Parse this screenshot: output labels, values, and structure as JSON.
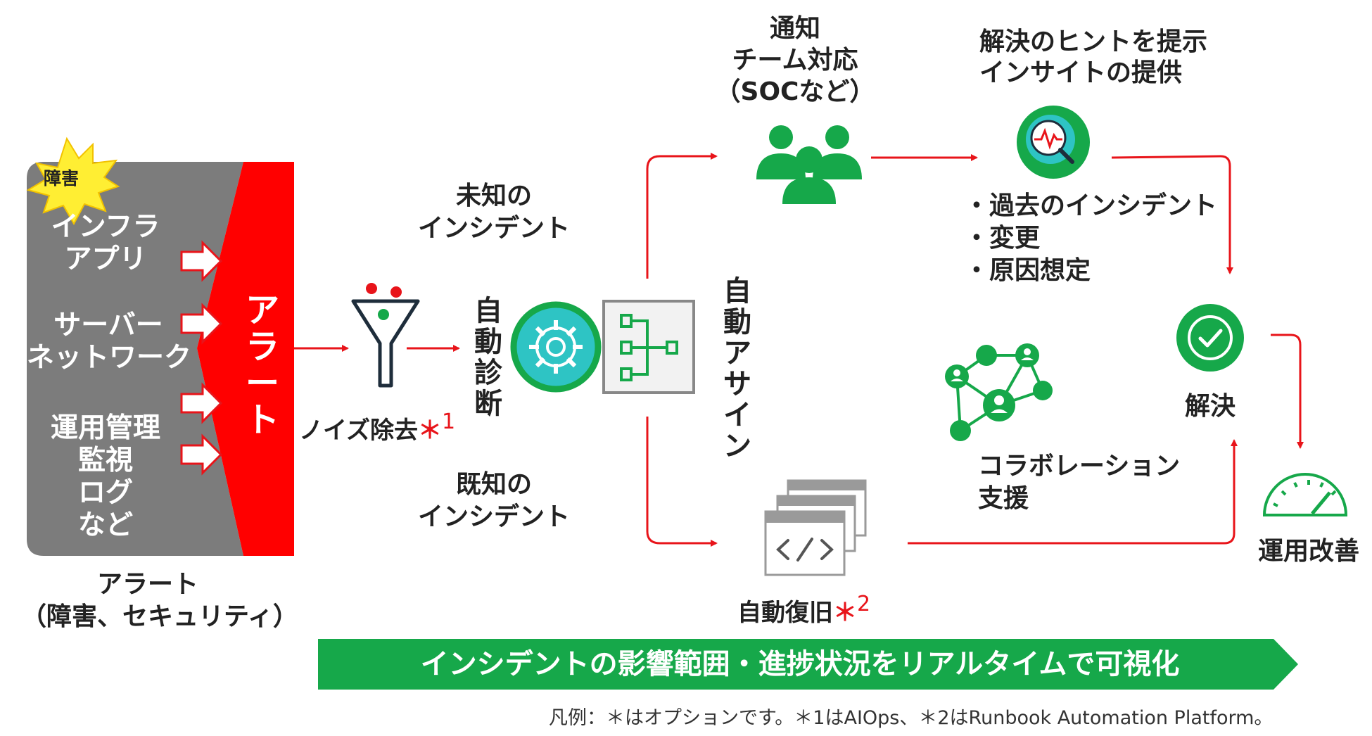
{
  "colors": {
    "alert_red": "#ff0000",
    "arrow_red": "#e8141a",
    "gray_panel": "#7c7c7c",
    "green": "#16a84a",
    "teal": "#2ec4c4",
    "burst_yellow": "#ffee33"
  },
  "left_panel": {
    "burst_label": "障害",
    "group1": [
      "インフラ",
      "アプリ"
    ],
    "group2": [
      "サーバー",
      "ネットワーク"
    ],
    "group3": [
      "運用管理",
      "監視",
      "ログ",
      "など"
    ],
    "alert_vertical": "アラート",
    "caption": [
      "アラート",
      "（障害、セキュリティ）"
    ]
  },
  "noise_filter": {
    "label": "ノイズ除去",
    "asterisk": "＊",
    "note_number": "1",
    "icon": "funnel-icon"
  },
  "auto_diagnosis": {
    "label": "自動診断",
    "icon": "gear-icon"
  },
  "workflow": {
    "icon": "workflow-tree-icon"
  },
  "unknown_incident": [
    "未知の",
    "インシデント"
  ],
  "known_incident": [
    "既知の",
    "インシデント"
  ],
  "auto_assign": {
    "label": "自動アサイン"
  },
  "notify": {
    "lines": [
      "通知",
      "チーム対応",
      "（SOCなど）"
    ],
    "icon": "team-icon"
  },
  "insight": {
    "lines": [
      "解決のヒントを提示",
      "インサイトの提供"
    ],
    "icon": "search-pulse-icon"
  },
  "hints": [
    "・過去のインシデント",
    "・変更",
    "・原因想定"
  ],
  "collaboration": {
    "lines": [
      "コラボレーション",
      "支援"
    ],
    "icon": "network-people-icon"
  },
  "resolve": {
    "label": "解決",
    "icon": "check-circle-icon"
  },
  "ops_improve": {
    "label": "運用改善",
    "icon": "gauge-icon"
  },
  "auto_recover": {
    "label": "自動復旧",
    "asterisk": "＊",
    "note_number": "2",
    "icon": "code-windows-icon"
  },
  "banner": {
    "text": "インシデントの影響範囲・進捗状況をリアルタイムで可視化"
  },
  "legend": "凡例：＊はオプションです。＊1はAIOps、＊2はRunbook Automation Platform。"
}
